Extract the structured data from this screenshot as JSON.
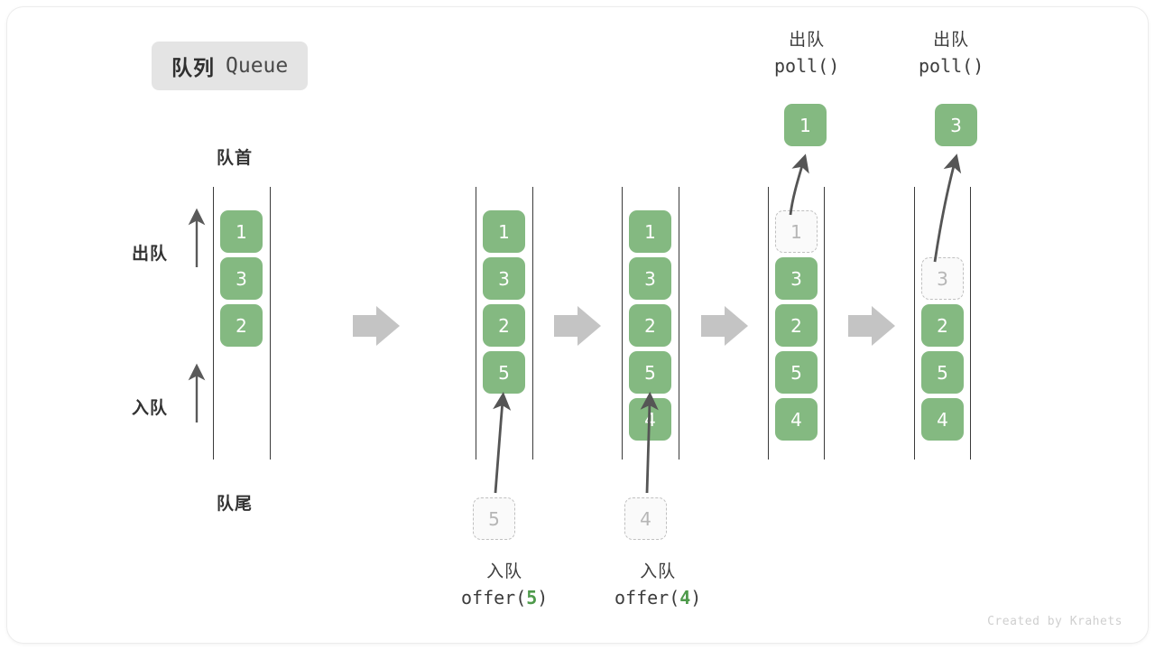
{
  "title": {
    "cn": "队列",
    "en": "Queue"
  },
  "labels": {
    "head": "队首",
    "tail": "队尾",
    "dequeue_side": "出队",
    "enqueue_side": "入队"
  },
  "colors": {
    "element_fill": "#84b981",
    "element_text": "#ffffff",
    "ghost_fill": "#fafafa",
    "ghost_border": "#c0c0c0",
    "ghost_text": "#b6b6b6",
    "rail": "#3a3a3a",
    "flow_arrow": "#c4c4c4",
    "accent_arg": "#4e9a4b",
    "badge_bg": "#e4e4e4"
  },
  "columns": [
    {
      "name": "initial",
      "slots": [
        "1",
        "3",
        "2",
        "",
        ""
      ],
      "ghost_index": -1
    },
    {
      "name": "after-offer-5",
      "slots": [
        "1",
        "3",
        "2",
        "5",
        ""
      ],
      "ghost_index": -1
    },
    {
      "name": "after-offer-4",
      "slots": [
        "1",
        "3",
        "2",
        "5",
        "4"
      ],
      "ghost_index": -1
    },
    {
      "name": "polling-1",
      "slots": [
        "1",
        "3",
        "2",
        "5",
        "4"
      ],
      "ghost_index": 0
    },
    {
      "name": "polling-3",
      "slots": [
        "",
        "3",
        "2",
        "5",
        "4"
      ],
      "ghost_index": 1
    }
  ],
  "enqueue_ops": [
    {
      "cn": "入队",
      "fn": "offer(",
      "arg": "5",
      "close": ")",
      "incoming": "5"
    },
    {
      "cn": "入队",
      "fn": "offer(",
      "arg": "4",
      "close": ")",
      "incoming": "4"
    }
  ],
  "dequeue_ops": [
    {
      "cn": "出队",
      "fn": "poll()",
      "popped": "1"
    },
    {
      "cn": "出队",
      "fn": "poll()",
      "popped": "3"
    }
  ],
  "credit": "Created by Krahets"
}
